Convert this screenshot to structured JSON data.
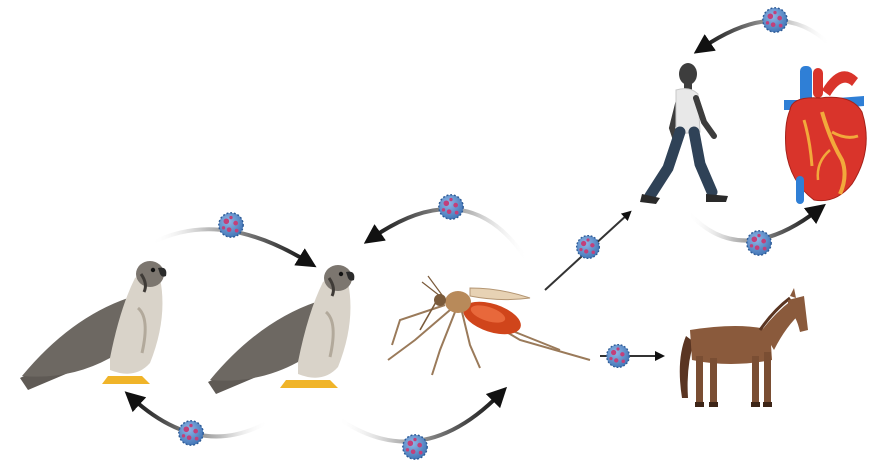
{
  "diagram": {
    "nodes": [
      {
        "id": "falcon-1",
        "label": "",
        "icon": "falcon"
      },
      {
        "id": "falcon-2",
        "label": "",
        "icon": "falcon"
      },
      {
        "id": "mosquito",
        "label": "",
        "icon": "mosquito"
      },
      {
        "id": "human",
        "label": "",
        "icon": "walking-human"
      },
      {
        "id": "heart",
        "label": "",
        "icon": "anatomical-heart"
      },
      {
        "id": "horse",
        "label": "",
        "icon": "horse"
      }
    ],
    "edges": [
      {
        "from": "falcon-1",
        "to": "falcon-2",
        "carrier": "virus"
      },
      {
        "from": "falcon-2",
        "to": "falcon-1",
        "carrier": "virus"
      },
      {
        "from": "falcon-2",
        "to": "mosquito",
        "carrier": "virus"
      },
      {
        "from": "mosquito",
        "to": "falcon-2",
        "carrier": "virus"
      },
      {
        "from": "mosquito",
        "to": "human",
        "carrier": "virus"
      },
      {
        "from": "mosquito",
        "to": "horse",
        "carrier": "virus"
      },
      {
        "from": "human",
        "to": "heart",
        "carrier": "virus"
      },
      {
        "from": "heart",
        "to": "human",
        "carrier": "virus"
      }
    ],
    "colors": {
      "arrow": "#111111",
      "arrow_tail": "#c8c8c8",
      "virus_body": "#4f86c6",
      "virus_spots": "#c2407a",
      "falcon_body": "#8f8a84",
      "falcon_wing": "#5f5a55",
      "falcon_feet": "#f0b429",
      "mosquito_body": "#d0451b",
      "mosquito_legs": "#9a7a5a",
      "human_skin": "#3d3d3d",
      "human_shirt": "#e8e8e8",
      "human_pants": "#2f4257",
      "heart_red": "#d9342b",
      "heart_blue": "#2f7fd6",
      "heart_yellow": "#f2a93b",
      "horse": "#8a5a3c"
    }
  }
}
